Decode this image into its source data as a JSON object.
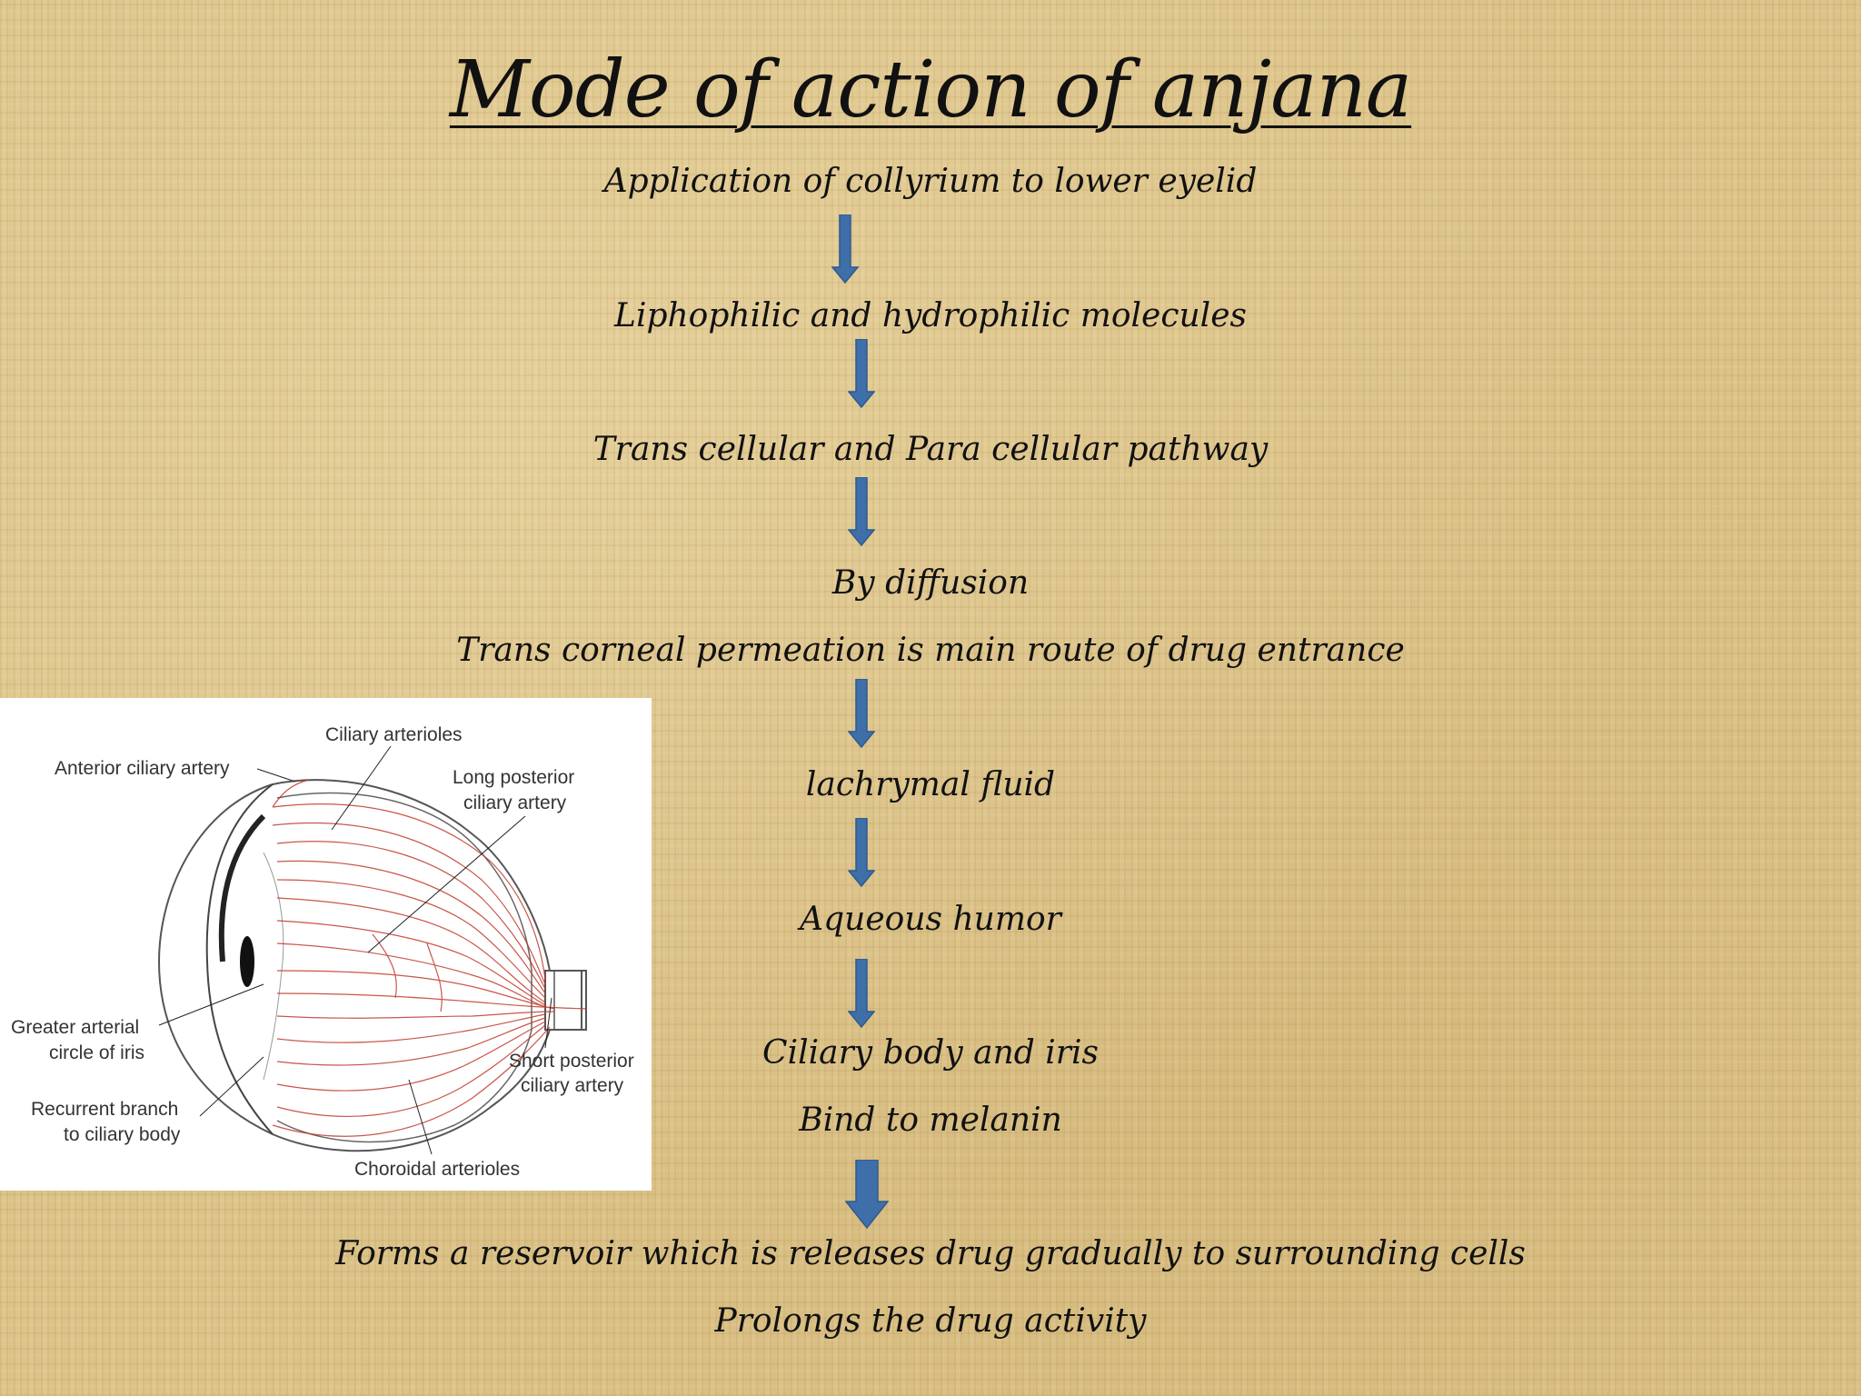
{
  "title": "Mode of action of anjana",
  "steps": [
    "Application of collyrium to lower eyelid",
    "Liphophilic and hydrophilic molecules",
    "Trans cellular and Para cellular pathway",
    "By diffusion",
    "Trans corneal permeation is main route of drug entrance",
    "lachrymal fluid",
    "Aqueous humor",
    "Ciliary body and iris",
    "Bind to melanin",
    "Forms a reservoir which is releases drug gradually to surrounding cells",
    "Prolongs the drug activity"
  ],
  "arrow_color": "#3f6fa8",
  "figure": {
    "labels": {
      "ciliary_arterioles": "Ciliary arterioles",
      "anterior_ciliary_artery": "Anterior ciliary artery",
      "long_posterior_1": "Long posterior",
      "long_posterior_2": "ciliary artery",
      "greater_arterial_1": "Greater arterial",
      "greater_arterial_2": "circle of iris",
      "short_posterior_1": "Short posterior",
      "short_posterior_2": "ciliary artery",
      "recurrent_branch_1": "Recurrent branch",
      "recurrent_branch_2": "to ciliary body",
      "choroidal_arterioles": "Choroidal arterioles"
    }
  }
}
